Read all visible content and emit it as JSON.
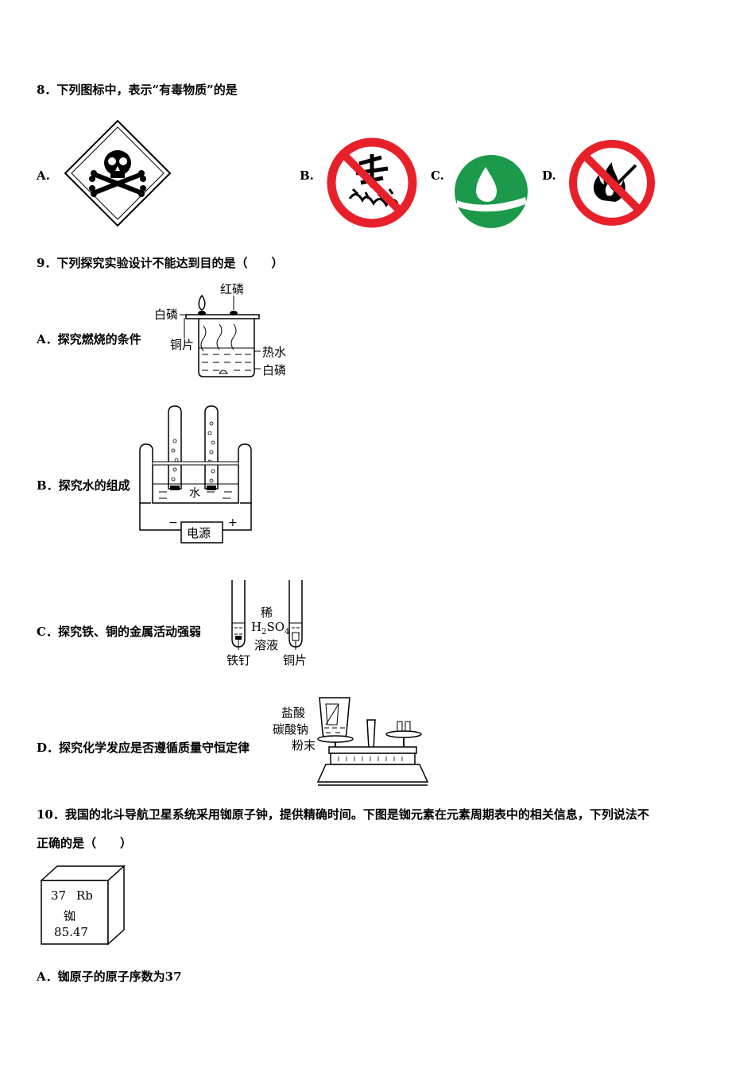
{
  "q8": {
    "stem": "8．下列图标中，表示“有毒物质”的是",
    "opt_a": "A.",
    "opt_b": "B.",
    "opt_c": "C.",
    "opt_d": "D."
  },
  "q9": {
    "stem": "9．下列探究实验设计不能达到目的是（　　）",
    "opt_a": "A．探究燃烧的条件",
    "opt_b": "B．探究水的组成",
    "opt_c": "C．探究铁、铜的金属活动强弱",
    "opt_d": "D．探究化学发应是否遵循质量守恒定律",
    "fig_a": {
      "red_p": "红磷",
      "white_p_top": "白磷",
      "copper": "铜片",
      "hot_water": "热水",
      "white_p_bottom": "白磷"
    },
    "fig_b": {
      "water": "水",
      "power": "电源",
      "minus": "−",
      "plus": "+"
    },
    "fig_c": {
      "dilute": "稀",
      "acid_h": "H",
      "acid_2": "2",
      "acid_so": "SO",
      "acid_4": "4",
      "solution": "溶液",
      "nail": "铁钉",
      "copper": "铜片"
    },
    "fig_d": {
      "hcl": "盐酸",
      "na2co3": "碳酸钠",
      "powder": "粉末"
    }
  },
  "q10": {
    "stem_line1": "10．我国的北斗导航卫星系统采用铷原子钟，提供精确时间。下图是铷元素在元素周期表中的相关信息，下列说法不",
    "stem_line2": "正确的是（　　）",
    "element": {
      "number": "37",
      "symbol": "Rb",
      "name": "铷",
      "mass": "85.47"
    },
    "opt_a": "A．铷原子的原子序数为37"
  },
  "colors": {
    "prohibit_red": "#e8202a",
    "green": "#1a9a4a",
    "line": "#000000"
  }
}
